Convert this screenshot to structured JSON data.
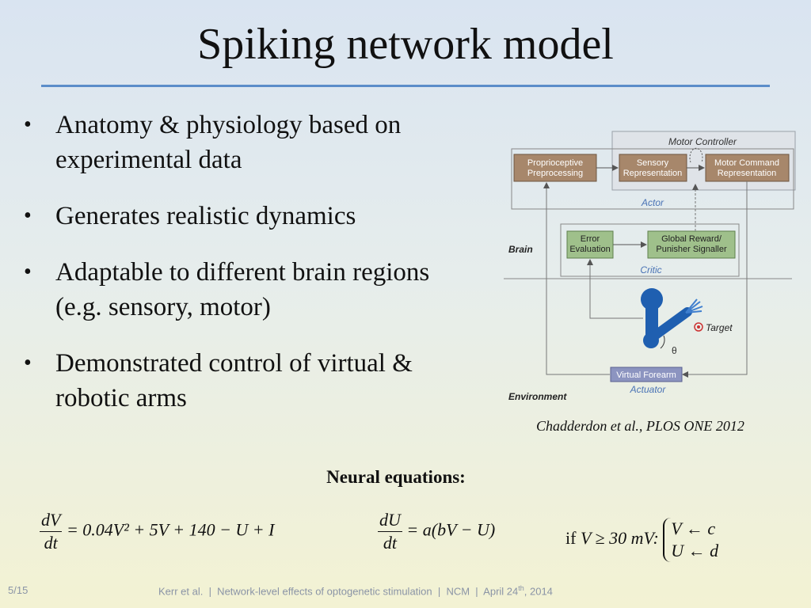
{
  "title": "Spiking network model",
  "bullets": [
    "Anatomy & physiology based on experimental data",
    "Generates realistic dynamics",
    "Adaptable to different brain regions (e.g. sensory, motor)",
    "Demonstrated control of virtual & robotic arms"
  ],
  "diagram": {
    "motor_controller": "Motor Controller",
    "proprioceptive_1": "Proprioceptive",
    "proprioceptive_2": "Preprocessing",
    "sensory_1": "Sensory",
    "sensory_2": "Representation",
    "motor_cmd_1": "Motor Command",
    "motor_cmd_2": "Representation",
    "actor": "Actor",
    "brain": "Brain",
    "error_1": "Error",
    "error_2": "Evaluation",
    "reward_1": "Global Reward/",
    "reward_2": "Punisher Signaller",
    "critic": "Critic",
    "target": "Target",
    "theta": "θ",
    "virtual_forearm": "Virtual Forearm",
    "actuator": "Actuator",
    "environment": "Environment"
  },
  "citation": "Chadderdon et al., PLOS ONE 2012",
  "equations": {
    "heading": "Neural equations:",
    "eq1_num": "dV",
    "eq1_den": "dt",
    "eq1_rhs": "= 0.04V² + 5V + 140 − U + I",
    "eq2_num": "dU",
    "eq2_den": "dt",
    "eq2_rhs": "= a(bV − U)",
    "cond_prefix": "if",
    "cond_expr": "V ≥ 30 mV:",
    "case1": "V ← c",
    "case2": "U ← d"
  },
  "footer": {
    "page": "5/15",
    "text": "Kerr et al.  |  Network-level effects of optogenetic stimulation  |  NCM  |  April 24",
    "sup": "th",
    "year": ", 2014"
  },
  "colors": {
    "rule": "#5b8dc9",
    "actor_box": "#a7876b",
    "critic_box": "#9fc08b",
    "arm": "#1f5fb0",
    "forearm_box": "#8c94c0"
  }
}
